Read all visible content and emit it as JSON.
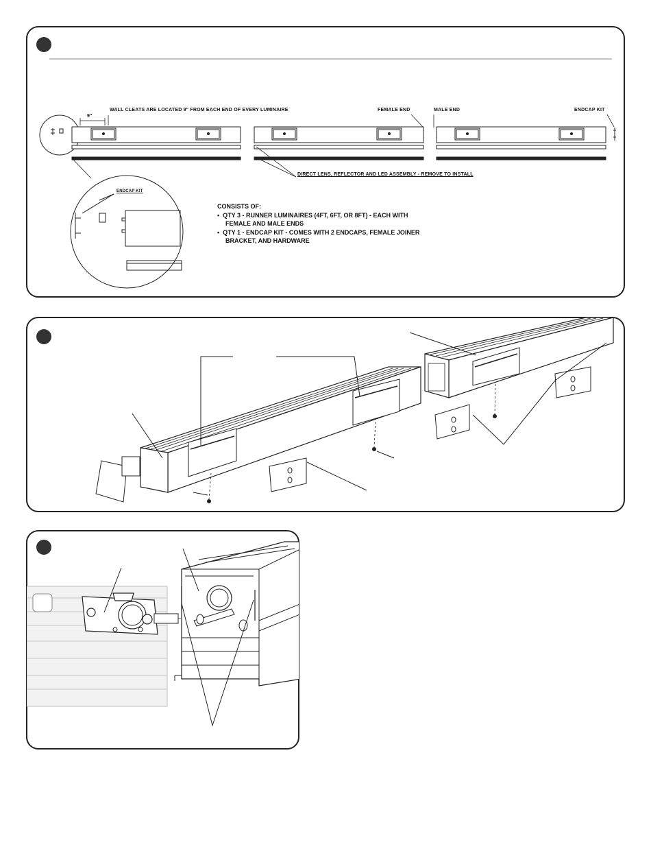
{
  "step1": {
    "dim_label": "9\"",
    "wall_cleats_note": "WALL CLEATS ARE LOCATED 9\" FROM EACH END OF EVERY LUMINAIRE",
    "female_end": "FEMALE END",
    "male_end": "MALE END",
    "endcap_kit": "ENDCAP KIT",
    "detail_endcap_kit": "ENDCAP KIT",
    "lens_note": "DIRECT LENS, REFLECTOR AND LED ASSEMBLY - REMOVE TO INSTALL",
    "consists": {
      "title": "CONSISTS OF:",
      "item1_line1": "QTY 3 - RUNNER LUMINAIRES (4FT, 6FT, OR 8FT) - EACH WITH",
      "item1_line2": "FEMALE AND MALE ENDS",
      "item2_line1": "QTY 1 - ENDCAP KIT - COMES WITH 2 ENDCAPS, FEMALE JOINER",
      "item2_line2": "BRACKET, AND HARDWARE",
      "bullet": "•"
    }
  },
  "colors": {
    "line": "#222222",
    "fill": "#ffffff",
    "dot": "#333333",
    "ghost": "#c8c8c8"
  }
}
